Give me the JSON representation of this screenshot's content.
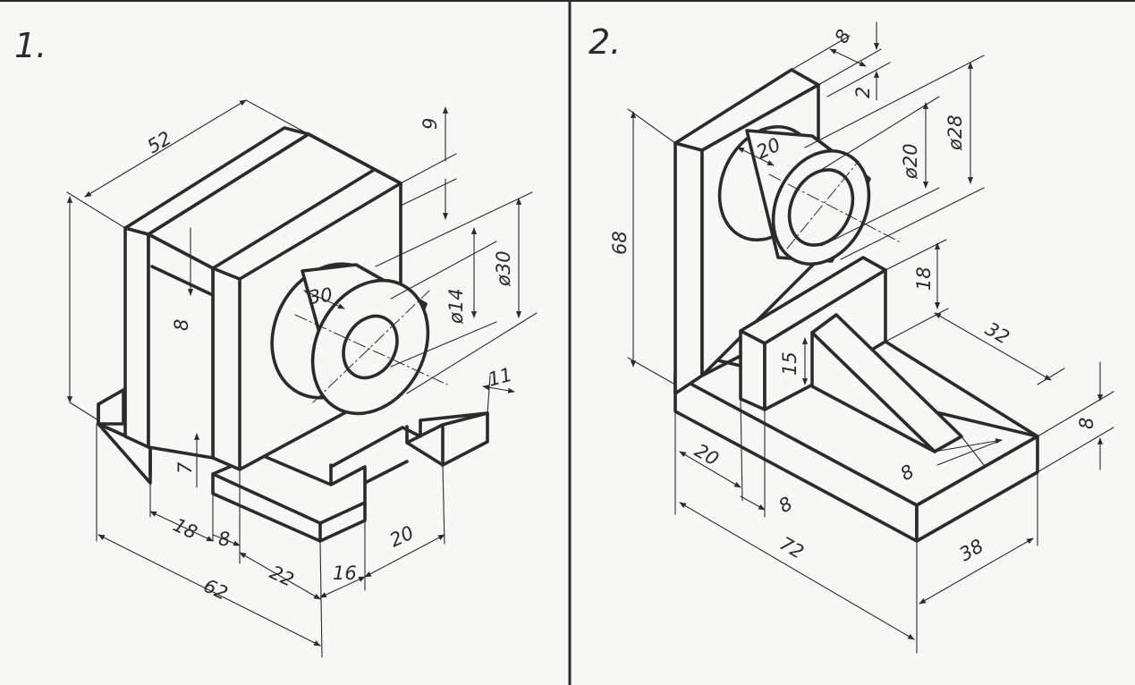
{
  "figures": [
    {
      "number": "1.",
      "dimensions": [
        "52",
        "9",
        "8",
        "30",
        "ø14",
        "ø30",
        "11",
        "7",
        "18",
        "8",
        "22",
        "16",
        "20",
        "62"
      ]
    },
    {
      "number": "2.",
      "dimensions": [
        "8",
        "2",
        "20",
        "ø20",
        "ø28",
        "68",
        "18",
        "32",
        "15",
        "8",
        "20",
        "8",
        "72",
        "38"
      ]
    }
  ],
  "colors": {
    "ink": "#2b2b2b",
    "paper": "#f7f7f5"
  }
}
